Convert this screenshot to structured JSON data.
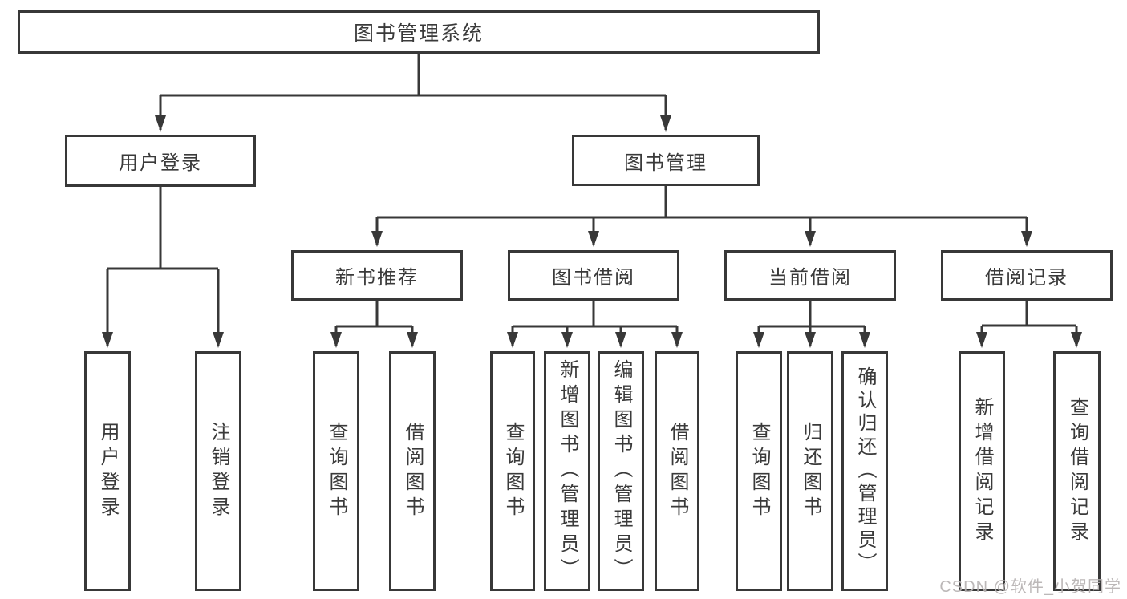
{
  "diagram": {
    "root": {
      "label": "图书管理系统"
    },
    "level2": [
      {
        "label": "用户登录"
      },
      {
        "label": "图书管理"
      }
    ],
    "level3": [
      {
        "label": "新书推荐"
      },
      {
        "label": "图书借阅"
      },
      {
        "label": "当前借阅"
      },
      {
        "label": "借阅记录"
      }
    ],
    "leaves": {
      "user_login": [
        {
          "label": "用户登录"
        },
        {
          "label": "注销登录"
        }
      ],
      "new_book": [
        {
          "label": "查询图书"
        },
        {
          "label": "借阅图书"
        }
      ],
      "book_borrow": [
        {
          "label": "查询图书"
        },
        {
          "label": "新增图书（管理员）"
        },
        {
          "label": "编辑图书（管理员）"
        },
        {
          "label": "借阅图书"
        }
      ],
      "current_borrow": [
        {
          "label": "查询图书"
        },
        {
          "label": "归还图书"
        },
        {
          "label": "确认归还（管理员）"
        }
      ],
      "borrow_record": [
        {
          "label": "新增借阅记录"
        },
        {
          "label": "查询借阅记录"
        }
      ]
    }
  },
  "watermark": {
    "text": "CSDN @软件_小贺同学"
  },
  "colors": {
    "line": "#383838",
    "text": "#3a3a3a",
    "background": "#ffffff",
    "watermark": "#b6b2b2"
  }
}
